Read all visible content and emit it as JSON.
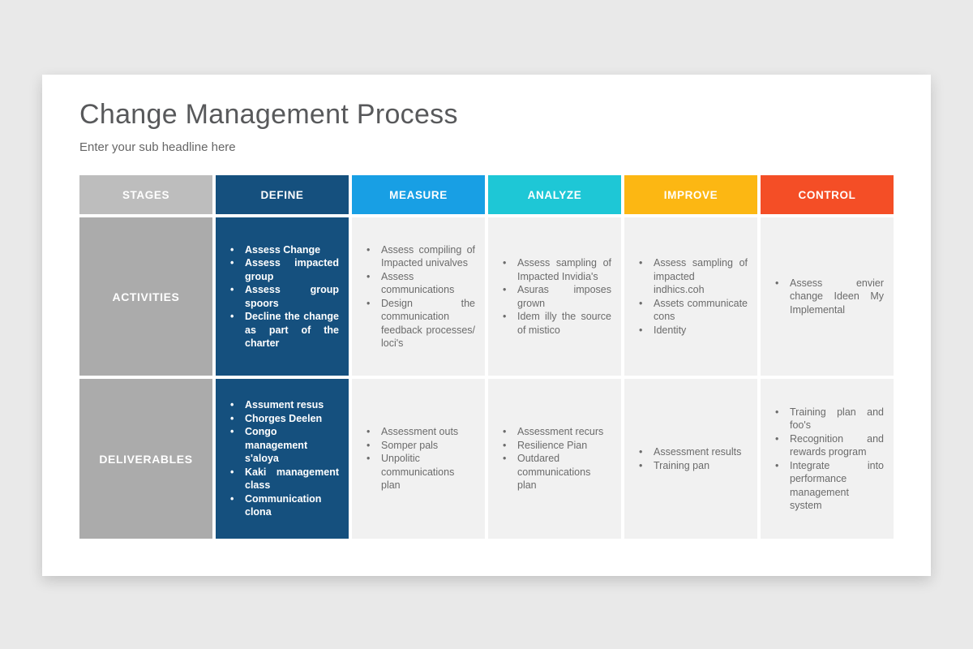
{
  "page": {
    "title": "Change Management Process",
    "subtitle": "Enter your sub headline here",
    "background_color": "#e9e9e9",
    "card_color": "#ffffff"
  },
  "table": {
    "stages": {
      "label": "STAGES",
      "color": "#bdbdbd"
    },
    "row_header_color": "#ababab",
    "cell_background": "#f1f1f1",
    "cell_text_color": "#6b6b6b",
    "columns": [
      {
        "label": "DEFINE",
        "color": "#15507e"
      },
      {
        "label": "MEASURE",
        "color": "#189fe4"
      },
      {
        "label": "ANALYZE",
        "color": "#1ec7d6"
      },
      {
        "label": "IMPROVE",
        "color": "#fcb713"
      },
      {
        "label": "CONTROL",
        "color": "#f44e26"
      }
    ],
    "rows": [
      {
        "label": "ACTIVITIES",
        "cells": [
          {
            "items": [
              "Assess Change",
              "Assess impacted group",
              "Assess group spoors",
              "Decline the change as part of the charter"
            ]
          },
          {
            "items": [
              "Assess compiling of Impacted univalves",
              "Assess communications",
              "Design the communication feedback processes/ loci's"
            ]
          },
          {
            "items": [
              "Assess sampling of Impacted Invidia's",
              "Asuras imposes grown",
              "Idem illy the source of mistico"
            ]
          },
          {
            "items": [
              "Assess sampling of impacted indhics.coh",
              "Assets communicate cons",
              "Identity"
            ]
          },
          {
            "items": [
              "Assess envier change Ideen My Implemental"
            ]
          }
        ]
      },
      {
        "label": "DELIVERABLES",
        "cells": [
          {
            "items": [
              "Assument resus",
              "Chorges Deelen",
              "Congo management s'aloya",
              "Kaki management class",
              "Communication clona"
            ]
          },
          {
            "items": [
              "Assessment outs",
              "Somper pals",
              "Unpolitic communications plan"
            ]
          },
          {
            "items": [
              "Assessment recurs",
              "Resilience Pian",
              "Outdared communications plan"
            ]
          },
          {
            "items": [
              "Assessment results",
              "Training pan"
            ]
          },
          {
            "items": [
              "Training plan and foo's",
              "Recognition and rewards program",
              "Integrate into performance management system"
            ]
          }
        ]
      }
    ]
  }
}
